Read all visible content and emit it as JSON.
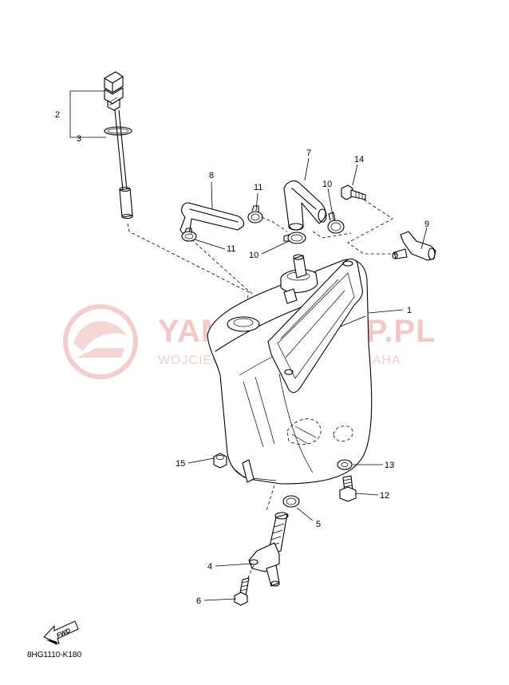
{
  "watermark": {
    "title": "YAMAHAKLEP.PL",
    "subtitle": "WOJCIECHOWICZ DEALER YAMAHA",
    "accent_color": "#f1c9c9"
  },
  "diagram_code": "8HG1110-K180",
  "fwd_label": "FWD",
  "callouts": [
    {
      "id": "c1",
      "label": "1"
    },
    {
      "id": "c2",
      "label": "2"
    },
    {
      "id": "c3",
      "label": "3"
    },
    {
      "id": "c4",
      "label": "4"
    },
    {
      "id": "c5",
      "label": "5"
    },
    {
      "id": "c6",
      "label": "6"
    },
    {
      "id": "c7",
      "label": "7"
    },
    {
      "id": "c8",
      "label": "8"
    },
    {
      "id": "c9",
      "label": "9"
    },
    {
      "id": "c10a",
      "label": "10"
    },
    {
      "id": "c10b",
      "label": "10"
    },
    {
      "id": "c11a",
      "label": "11"
    },
    {
      "id": "c11b",
      "label": "11"
    },
    {
      "id": "c12",
      "label": "12"
    },
    {
      "id": "c13",
      "label": "13"
    },
    {
      "id": "c14",
      "label": "14"
    },
    {
      "id": "c15",
      "label": "15"
    }
  ]
}
